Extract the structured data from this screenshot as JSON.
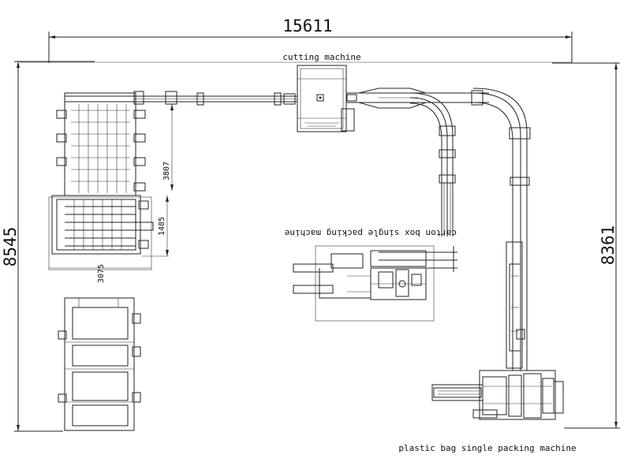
{
  "dimensions": {
    "overall_width": "15611",
    "overall_height_left": "8545",
    "overall_height_right": "8361",
    "depth_3807": "3807",
    "depth_1485": "1485",
    "width_3075": "3075"
  },
  "labels": {
    "cutting_machine": "cutting machine",
    "carton_box_machine": "carton box single packing machine",
    "plastic_bag_machine": "plastic bag single packing machine"
  },
  "colors": {
    "line": "#222222",
    "background": "#ffffff"
  }
}
